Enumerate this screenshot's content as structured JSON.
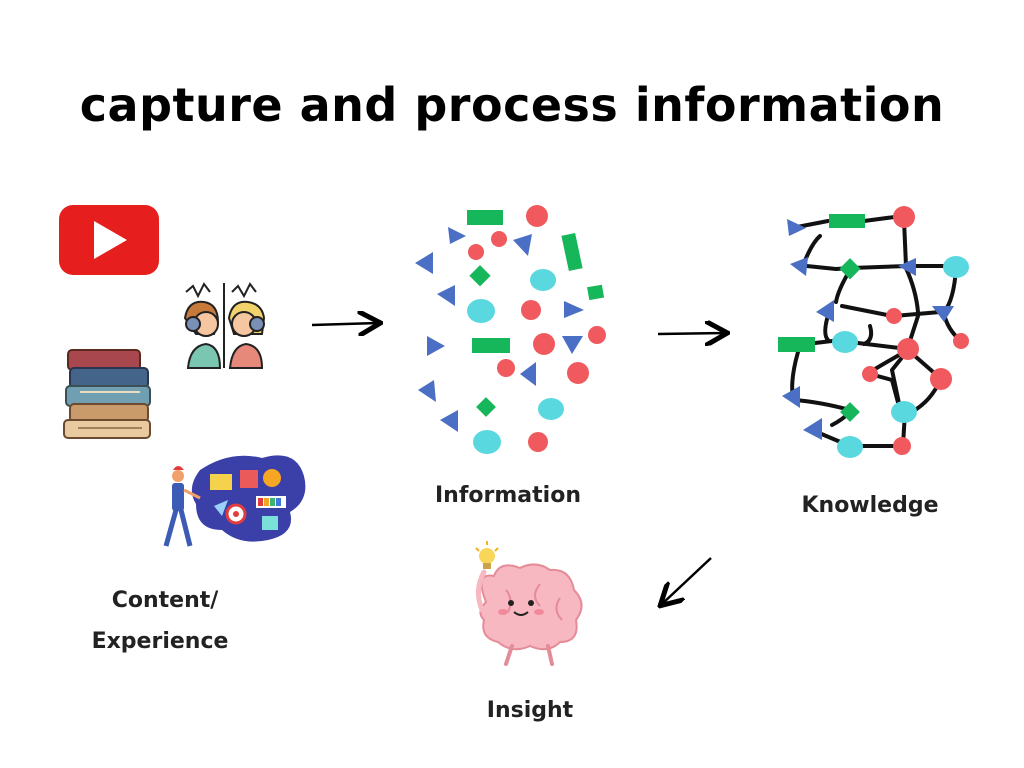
{
  "title": "capture and process information",
  "labels": {
    "content": "Content/",
    "experience": "Experience",
    "information": "Information",
    "knowledge": "Knowledge",
    "insight": "Insight"
  },
  "colors": {
    "red": "#f05a5e",
    "blue": "#4a6fc4",
    "green": "#16b65a",
    "cyan": "#5ad8e0",
    "youtube": "#e61e1e"
  },
  "icons": [
    "youtube-icon",
    "books-icon",
    "podcast-icon",
    "person-collage-icon",
    "brain-icon"
  ]
}
